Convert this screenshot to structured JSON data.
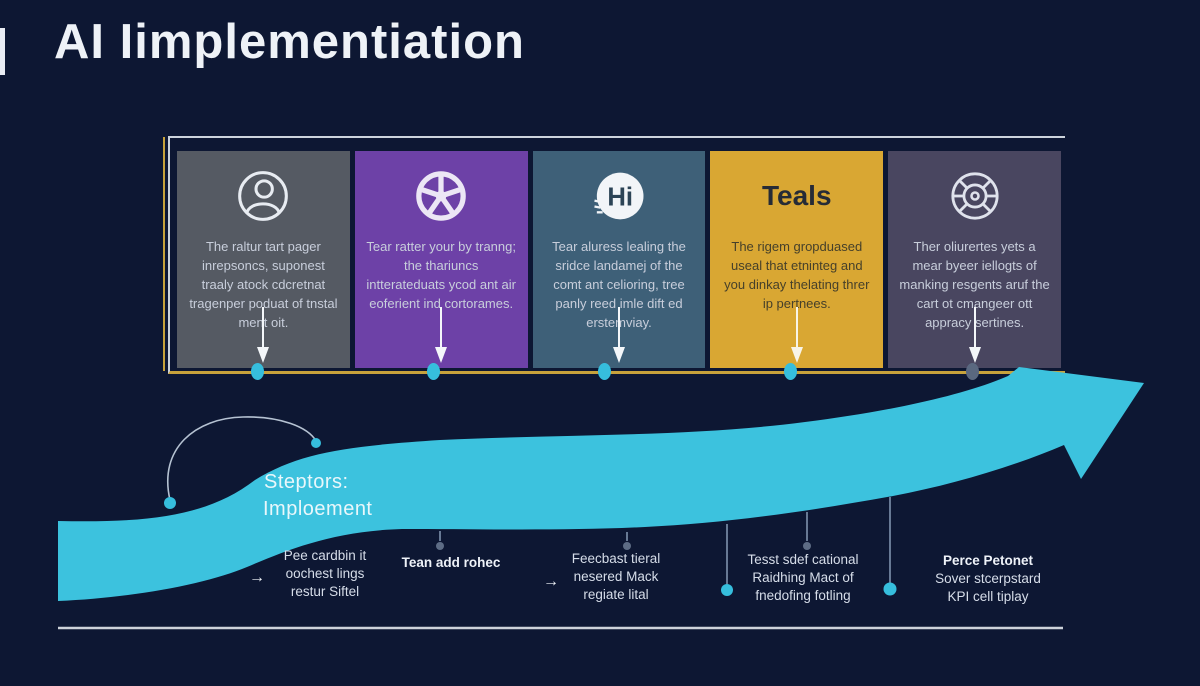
{
  "title": "AI Iimplementiation",
  "arrow_glyph": "→",
  "colors": {
    "background": "#0d1733",
    "accent_cyan": "#3cc2de",
    "frame_silver": "#ccd3dc",
    "frame_gold": "#c7a23b",
    "card_colors": [
      "#555a63",
      "#6d41a7",
      "#3e6078",
      "#d9a733",
      "#494660"
    ]
  },
  "cards": [
    {
      "icon": "person-icon",
      "text": "The raltur tart pager inrepsoncs, suponest traaly atock cdcretnat tragenper poduat of tnstal ment oit."
    },
    {
      "icon": "wheel-icon",
      "text": "Tear ratter your by tranng; the thariuncs intterateduats ycod ant air eoferient ind cortorames."
    },
    {
      "icon": "hi-badge-icon",
      "icon_text": "Hi",
      "text": "Tear aluress lealing the sridce landamej of the comt ant celioring, tree panly reed imle dift ed erstemviay."
    },
    {
      "heading": "Teals",
      "text": "The rigem gropduased useal that etninteg and you dinkay thelating threr ip pertnees."
    },
    {
      "icon": "target-wheel-icon",
      "text": "Ther oliurertes yets a mear byeer iellogts of manking resgents aruf the cart ot cmangeer ott appracy sertines."
    }
  ],
  "band": {
    "line1": "Steptors:",
    "line2": "Imploement"
  },
  "milestones": [
    {
      "arrow": true,
      "lines": [
        "Pee cardbin it",
        "oochest lings",
        "restur Siftel"
      ]
    },
    {
      "bold": true,
      "lines": [
        "Tean add rohec"
      ]
    },
    {
      "arrow": true,
      "lines": [
        "Feecbast tieral",
        "nesered Mack",
        "regiate lital"
      ]
    },
    {
      "lines": [
        "Tesst sdef cational",
        "Raidhing Mact of",
        "fnedofing fotling"
      ]
    },
    {
      "first_bold": true,
      "lines": [
        "Perce Petonet",
        "Sover stcerpstard",
        "KPI cell tiplay"
      ]
    }
  ]
}
